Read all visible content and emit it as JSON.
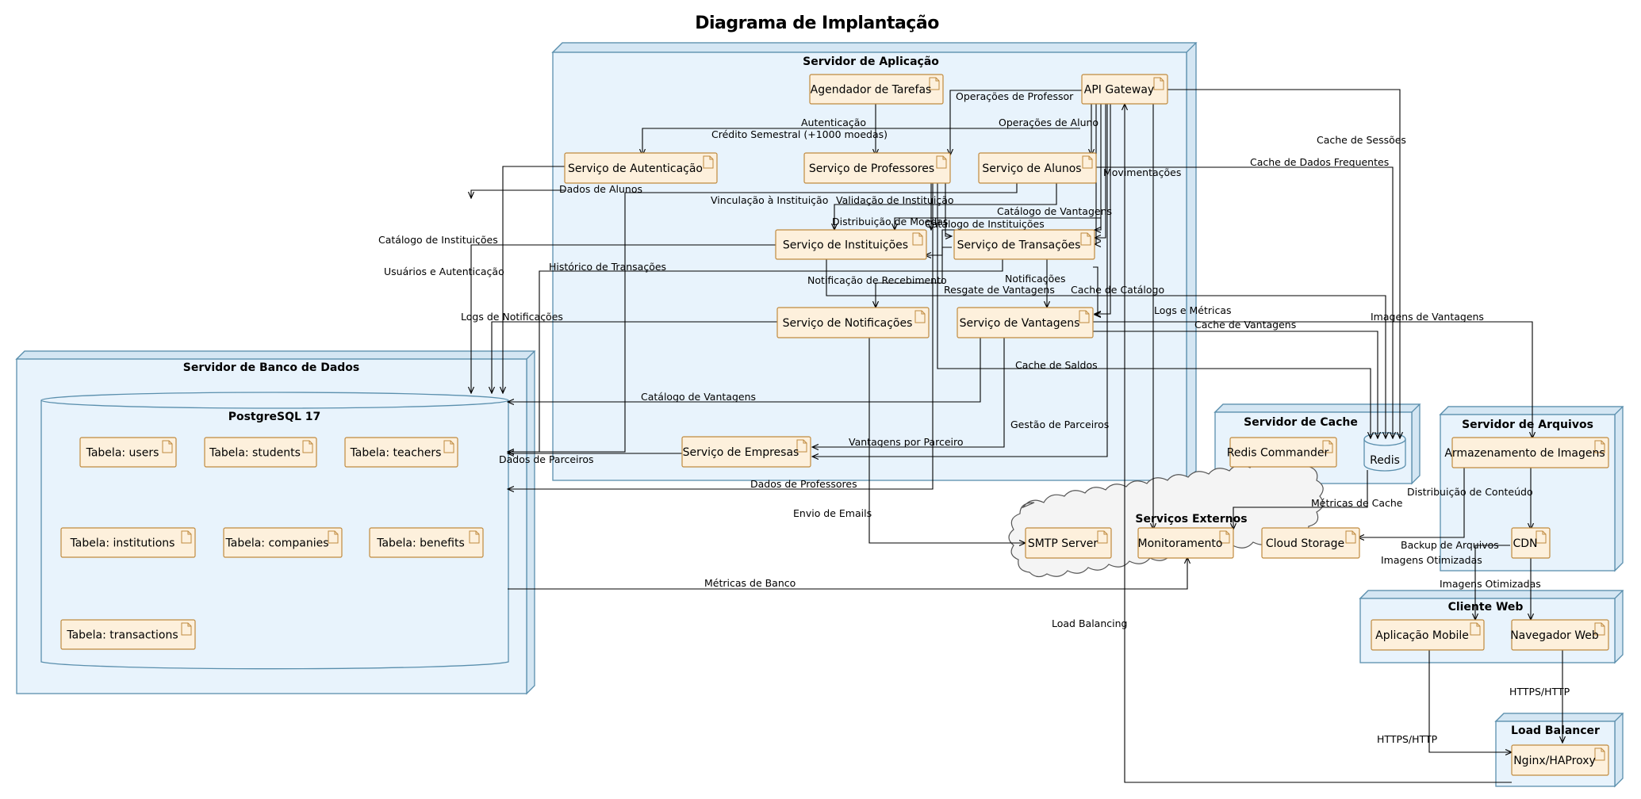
{
  "title": "Diagrama de Implantação",
  "nodes": {
    "app": "Servidor de Aplicação",
    "db": "Servidor de Banco de Dados",
    "cache": "Servidor de Cache",
    "files": "Servidor de Arquivos",
    "client": "Cliente Web",
    "lb": "Load Balancer",
    "external": "Serviços Externos"
  },
  "database": "PostgreSQL 17",
  "components": {
    "scheduler": "Agendador de Tarefas",
    "gateway": "API Gateway",
    "auth": "Serviço de Autenticação",
    "professors": "Serviço de Professores",
    "students": "Serviço de Alunos",
    "institutions": "Serviço de Instituições",
    "transactions": "Serviço de Transações",
    "notifications": "Serviço de Notificações",
    "benefits": "Serviço de Vantagens",
    "companies": "Serviço de Empresas",
    "t_users": "Tabela: users",
    "t_students": "Tabela: students",
    "t_teachers": "Tabela: teachers",
    "t_institutions": "Tabela: institutions",
    "t_companies": "Tabela: companies",
    "t_benefits": "Tabela: benefits",
    "t_transactions": "Tabela: transactions",
    "redis_commander": "Redis Commander",
    "redis": "Redis",
    "image_storage": "Armazenamento de Imagens",
    "cdn": "CDN",
    "smtp": "SMTP Server",
    "monitoring": "Monitoramento",
    "cloud_storage": "Cloud Storage",
    "mobile": "Aplicação Mobile",
    "browser": "Navegador Web",
    "nginx": "Nginx/HAProxy"
  },
  "edges": {
    "op_prof": "Operações de Professor",
    "autenticacao": "Autenticação",
    "credito": "Crédito Semestral (+1000 moedas)",
    "op_aluno": "Operações de Aluno",
    "cache_sessoes": "Cache de Sessões",
    "cache_dados": "Cache de Dados Frequentes",
    "movimentacoes": "Movimentações",
    "dados_alunos": "Dados de Alunos",
    "vinculacao": "Vinculação à Instituição",
    "validacao": "Validação de Instituição",
    "cat_vant_top": "Catálogo de Vantagens",
    "distribuicao": "Distribuição de Moedas",
    "cat_inst_right": "Catálogo de Instituições",
    "cat_inst_left": "Catálogo de Instituições",
    "usuarios_auth": "Usuários e Autenticação",
    "historico": "Histórico de Transações",
    "notificacoes": "Notificações",
    "notif_receb": "Notificação de Recebimento",
    "cache_catalogo": "Cache de Catálogo",
    "resgate": "Resgate de Vantagens",
    "logs_notif": "Logs de Notificações",
    "logs_metricas": "Logs e Métricas",
    "imagens_vant": "Imagens de Vantagens",
    "cache_vant": "Cache de Vantagens",
    "cache_saldos": "Cache de Saldos",
    "cat_vant_db": "Catálogo de Vantagens",
    "gestao_parc": "Gestão de Parceiros",
    "vant_parceiro": "Vantagens por Parceiro",
    "dados_parceiros": "Dados de Parceiros",
    "dados_prof": "Dados de Professores",
    "envio_emails": "Envio de Emails",
    "metricas_cache": "Métricas de Cache",
    "dist_conteudo": "Distribuição de Conteúdo",
    "backup": "Backup de Arquivos",
    "img_otim_1": "Imagens Otimizadas",
    "img_otim_2": "Imagens Otimizadas",
    "metricas_banco": "Métricas de Banco",
    "load_balancing": "Load Balancing",
    "https_1": "HTTPS/HTTP",
    "https_2": "HTTPS/HTTP"
  },
  "colors": {
    "node_fill": "#e8f3fc",
    "node_stroke": "#5a8fad",
    "component_fill": "#fdf0dc",
    "component_stroke": "#c08a3e",
    "cloud_fill": "#f4f4f4"
  }
}
